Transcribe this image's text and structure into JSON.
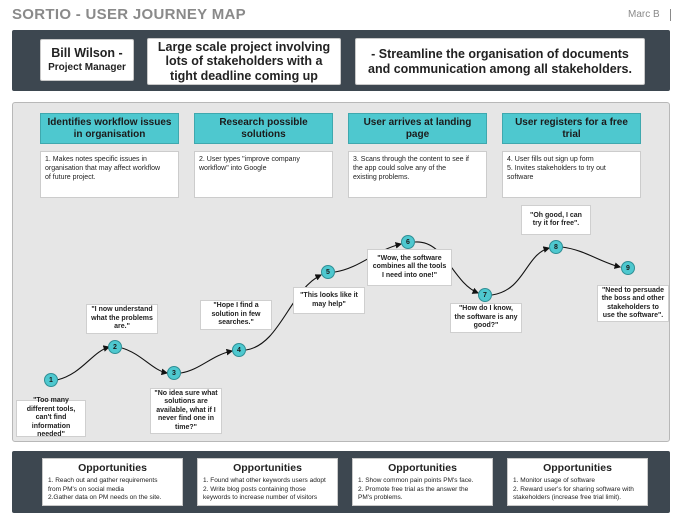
{
  "header": {
    "title": "SORTIO - USER JOURNEY MAP",
    "author": "Marc B"
  },
  "persona": {
    "name": "Bill Wilson -",
    "role": "Project Manager"
  },
  "scenario": "Large scale project involving lots of stakeholders with a tight deadline coming up",
  "goal": "- Streamline the organisation of documents and communication among all stakeholders.",
  "stages": [
    {
      "label": "Identifies workflow issues in organisation",
      "lines": [
        "1. Makes notes specific issues in",
        "organisation that may affect workflow",
        "of future project."
      ]
    },
    {
      "label": "Research possible solutions",
      "lines": [
        "2. User types \"improve company",
        "workflow\" into Google"
      ]
    },
    {
      "label": "User arrives at landing page",
      "lines": [
        "3. Scans through the content to see if",
        "the app could solve any of the",
        "existing problems."
      ]
    },
    {
      "label": "User registers for a free trial",
      "lines": [
        "4. User fills out sign up form",
        "5. Invites stakeholders to try out",
        "software"
      ]
    }
  ],
  "journey": {
    "nodes": [
      "1",
      "2",
      "3",
      "4",
      "5",
      "6",
      "7",
      "8",
      "9"
    ],
    "quotes": [
      "\"Too many different tools, can't find information needed\"",
      "\"I now understand what the problems are.\"",
      "\"No idea sure what solutions are available, what if I never find one in time?\"",
      "\"Hope I find a solution in few searches.\"",
      "\"This looks like it may help\"",
      "\"Wow, the software combines all the tools I need into one!\"",
      "\"How do I know, the software is any good?\"",
      "\"Oh good, I can try it for free\".",
      "\"Need to persuade the boss and other stakeholders to use the software\"."
    ]
  },
  "opportunities": [
    {
      "title": "Opportunities",
      "lines": [
        "1. Reach out and gather requirements",
        "from PM's on social media",
        "2.Gather data on PM needs on the site."
      ]
    },
    {
      "title": "Opportunities",
      "lines": [
        "1. Found what other keywords users adopt",
        "2. Write blog posts containing those",
        "keywords to increase number of visitors"
      ]
    },
    {
      "title": "Opportunities",
      "lines": [
        "1. Show common pain points PM's face.",
        "2. Promote free trial as the answer the",
        "PM's problems."
      ]
    },
    {
      "title": "Opportunities",
      "lines": [
        "1. Monitor usage of software",
        "2. Reward user's for sharing software with",
        "stakeholders (increase free trial limit)."
      ]
    }
  ],
  "colors": {
    "band": "#3d4750",
    "stage": "#4ec8cf",
    "panel": "#e6e6e6"
  }
}
